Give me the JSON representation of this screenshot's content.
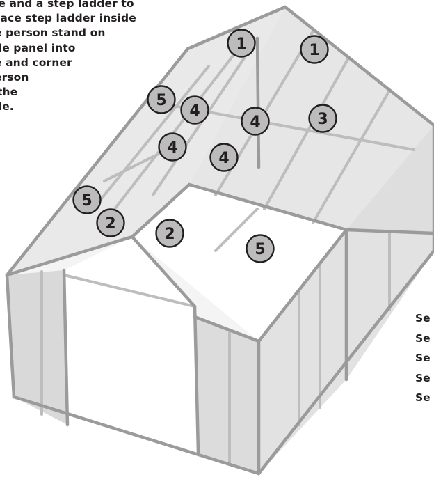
{
  "instructions": {
    "lines": [
      "le and a step ladder to",
      "lace step ladder inside",
      "e person stand on",
      "de panel into",
      "e and corner",
      "erson",
      "the",
      "de."
    ]
  },
  "legend": {
    "items": [
      "Se",
      "Se",
      "Se",
      "Se",
      "Se"
    ]
  },
  "callouts": [
    "1",
    "1",
    "5",
    "4",
    "4",
    "3",
    "4",
    "4",
    "5",
    "2",
    "2",
    "5"
  ],
  "colors": {
    "frame": "#9b9b9b",
    "frame_light": "#bdbdbd",
    "panel_fill": "#e4e4e4",
    "opening": "#ffffff",
    "callout_fill": "#bcbcbc",
    "text": "#231f20"
  }
}
